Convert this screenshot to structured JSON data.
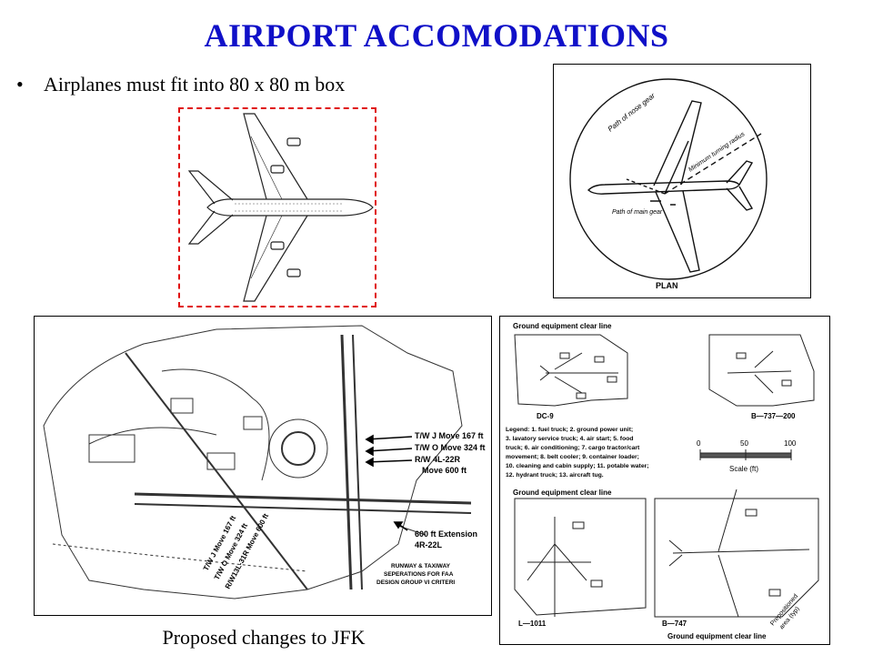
{
  "title": "AIRPORT ACCOMODATIONS",
  "bullet": "Airplanes must fit into 80 x 80 m box",
  "caption": "Proposed changes to JFK",
  "colors": {
    "title": "#1010c8",
    "dashed_box": "#e01010"
  },
  "plan_diagram": {
    "label_nose": "Path of nose gear",
    "label_turning": "Minimum turning radius",
    "label_main": "Path of main gear",
    "label_plan": "PLAN"
  },
  "jfk_map": {
    "change_1": "T/W J Move 167 ft",
    "change_2": "T/W O Move 324 ft",
    "change_3": "R/W 4L-22R",
    "change_4": "Move 600 ft",
    "extension_1": "600 ft Extension",
    "extension_2": "4R-22L",
    "note_1": "RUNWAY & TAXIWAY",
    "note_2": "SEPERATIONS FOR FAA",
    "note_3": "DESIGN GROUP VI CRITERI",
    "diag_1": "T/W J Move 167 ft",
    "diag_2": "T/W O Move 324 ft",
    "diag_3": "R/W13L-31R Move 600 ft"
  },
  "ground_equipment": {
    "clear_line_top": "Ground equipment clear line",
    "clear_line_mid": "Ground equipment clear line",
    "clear_line_bottom": "Ground equipment clear line",
    "dc9": "DC-9",
    "b737": "B—737—200",
    "l1011": "L—1011",
    "b747": "B—747",
    "scale_0": "0",
    "scale_50": "50",
    "scale_100": "100",
    "scale_label": "Scale (ft)",
    "legend_1": "Legend: 1. fuel truck; 2. ground power unit;",
    "legend_2": "3. lavatory service truck; 4. air start; 5. food",
    "legend_3": "truck; 6. air conditioning; 7. cargo tractor/cart",
    "legend_4": "movement; 8. belt cooler; 9. container loader;",
    "legend_5": "10. cleaning and cabin supply; 11. potable water;",
    "legend_6": "12. hydrant truck; 13. aircraft tug.",
    "prepositioned_1": "Prepositioned",
    "prepositioned_2": "area (typ)"
  }
}
